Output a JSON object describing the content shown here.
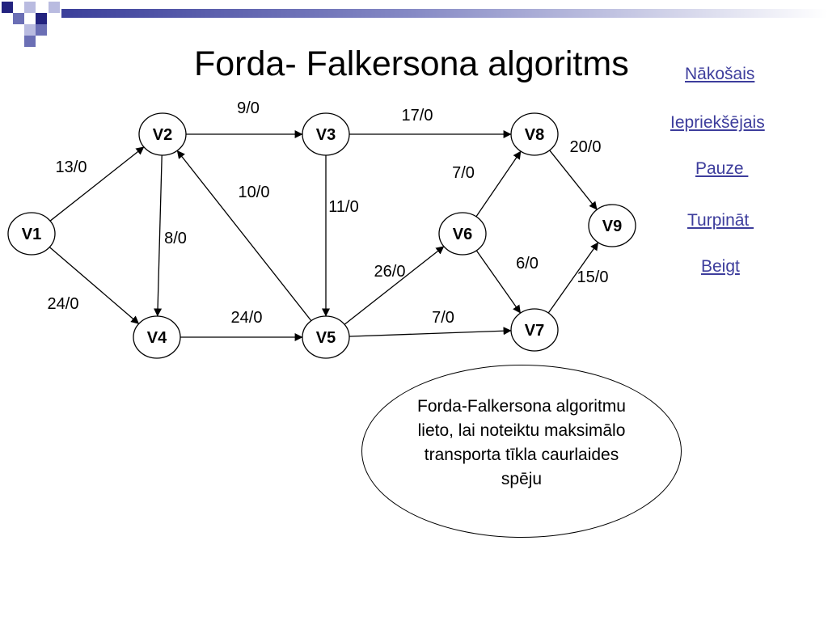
{
  "title": "Forda- Falkersona algoritms",
  "nav": {
    "next": "Nākošais",
    "previous": "Iepriekšējais",
    "pause": "Pauze ",
    "continue": "Turpināt ",
    "end": "Beigt"
  },
  "colors": {
    "link": "#3d3d9c",
    "accent_dark": "#23237f",
    "accent_mid": "#6b6fb5",
    "accent_light": "#b9bbe0"
  },
  "graph": {
    "nodes": [
      {
        "id": "V1",
        "label": "V1"
      },
      {
        "id": "V2",
        "label": "V2"
      },
      {
        "id": "V3",
        "label": "V3"
      },
      {
        "id": "V4",
        "label": "V4"
      },
      {
        "id": "V5",
        "label": "V5"
      },
      {
        "id": "V6",
        "label": "V6"
      },
      {
        "id": "V7",
        "label": "V7"
      },
      {
        "id": "V8",
        "label": "V8"
      },
      {
        "id": "V9",
        "label": "V9"
      }
    ],
    "edges": [
      {
        "from": "V1",
        "to": "V2",
        "label": "13/0"
      },
      {
        "from": "V1",
        "to": "V4",
        "label": "24/0"
      },
      {
        "from": "V2",
        "to": "V3",
        "label": "9/0"
      },
      {
        "from": "V2",
        "to": "V4",
        "label": "8/0"
      },
      {
        "from": "V5",
        "to": "V2",
        "label": "10/0"
      },
      {
        "from": "V3",
        "to": "V5",
        "label": "11/0"
      },
      {
        "from": "V3",
        "to": "V8",
        "label": "17/0"
      },
      {
        "from": "V4",
        "to": "V5",
        "label": "24/0"
      },
      {
        "from": "V5",
        "to": "V6",
        "label": "26/0"
      },
      {
        "from": "V5",
        "to": "V7",
        "label": "7/0"
      },
      {
        "from": "V6",
        "to": "V8",
        "label": "7/0"
      },
      {
        "from": "V6",
        "to": "V7",
        "label": "6/0"
      },
      {
        "from": "V8",
        "to": "V9",
        "label": "20/0"
      },
      {
        "from": "V7",
        "to": "V9",
        "label": "15/0"
      }
    ]
  },
  "note": "Forda-Falkersona algoritmu lieto, lai noteiktu maksimālo transporta tīkla caurlaides spēju"
}
